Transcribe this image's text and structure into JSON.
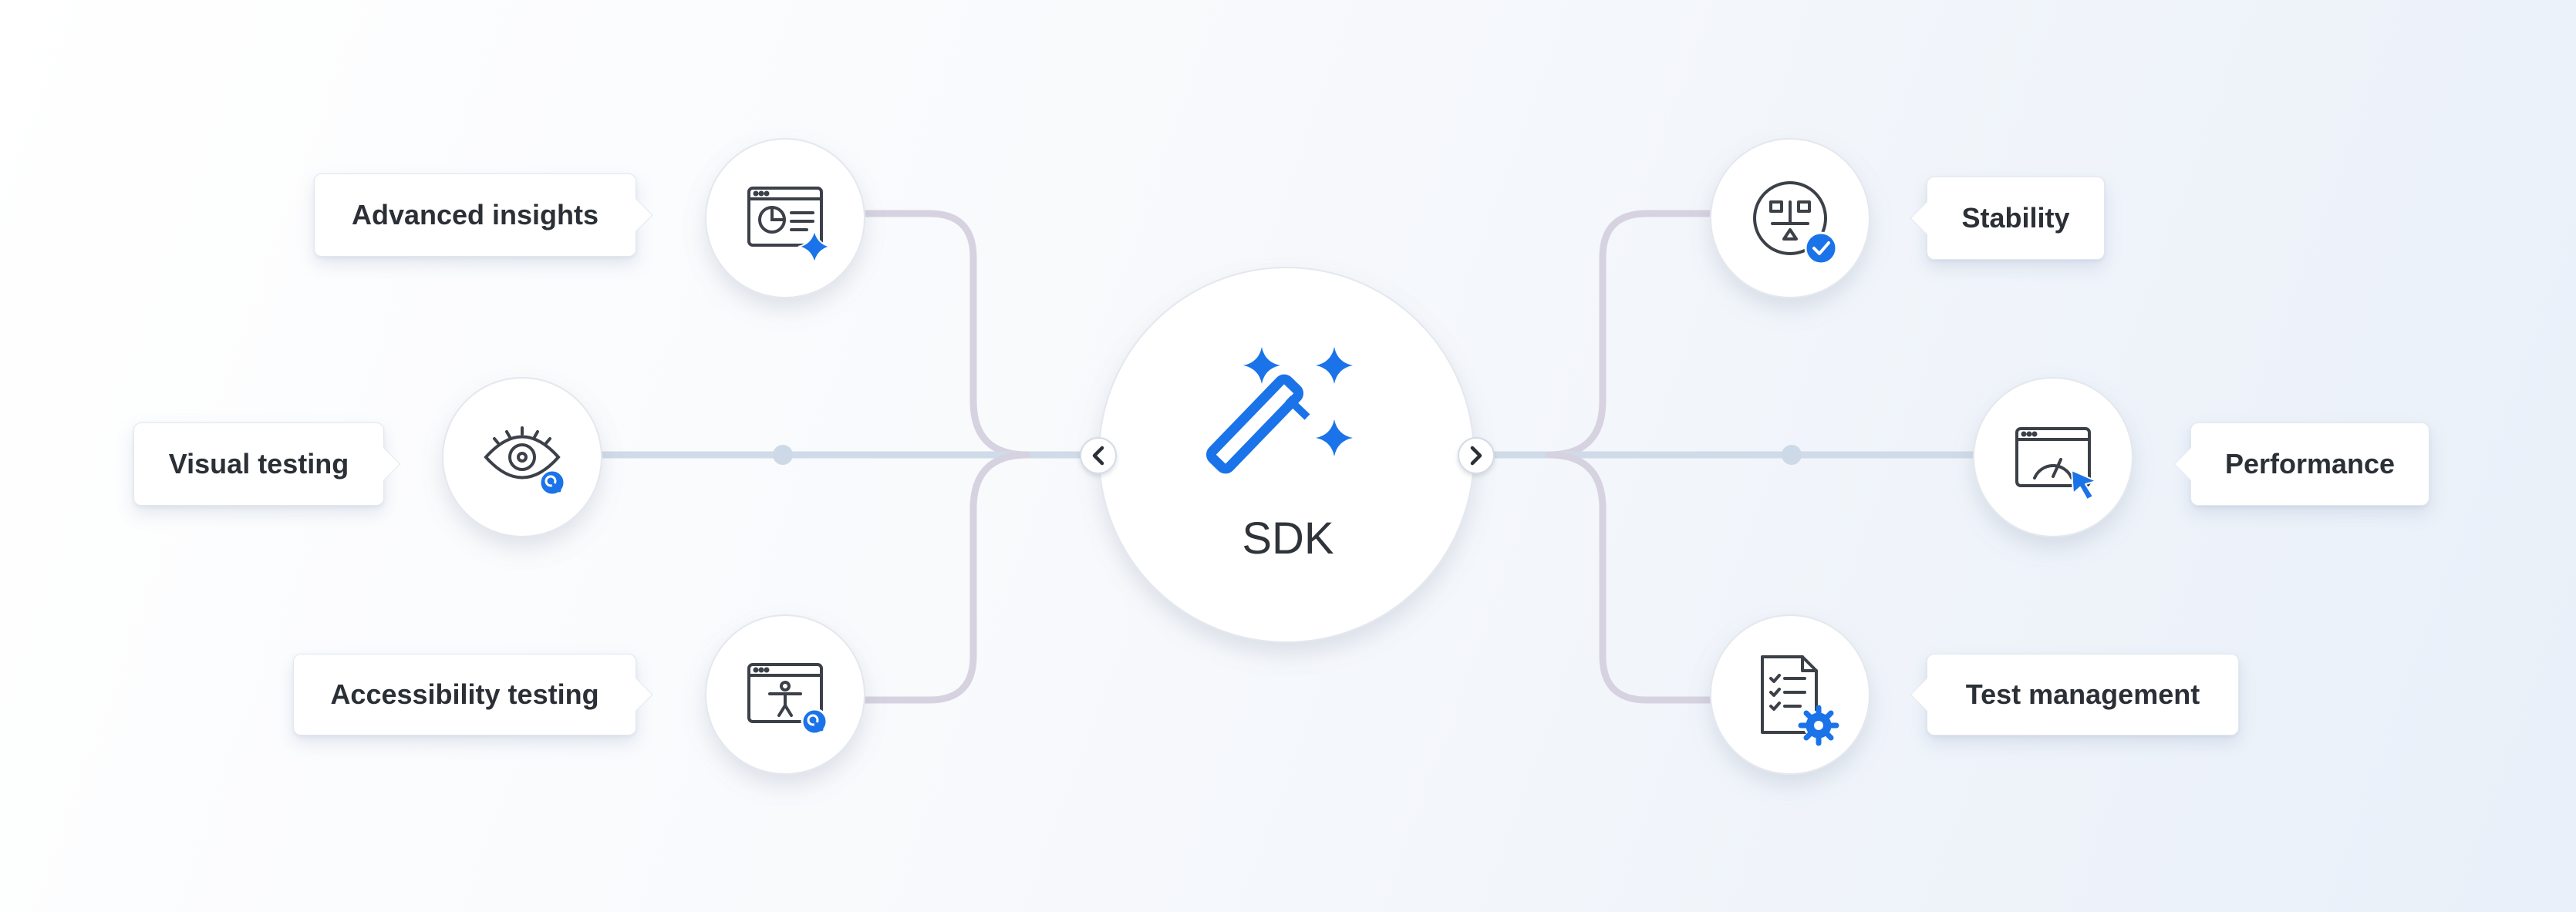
{
  "center": {
    "title": "SDK",
    "icon": "magic-wand-sparkles-icon"
  },
  "left_nodes": [
    {
      "label": "Advanced insights",
      "icon": "insights-chart-sparkle-icon"
    },
    {
      "label": "Visual testing",
      "icon": "eye-search-icon"
    },
    {
      "label": "Accessibility testing",
      "icon": "accessibility-person-search-icon"
    }
  ],
  "right_nodes": [
    {
      "label": "Stability",
      "icon": "stability-balance-check-icon"
    },
    {
      "label": "Performance",
      "icon": "performance-gauge-cursor-icon"
    },
    {
      "label": "Test management",
      "icon": "test-checklist-gear-icon"
    }
  ],
  "colors": {
    "accent": "#1a73e8",
    "icon_stroke": "#3c4048",
    "connector": "#ccd9e6",
    "connector_branch": "#d7cfdf"
  }
}
